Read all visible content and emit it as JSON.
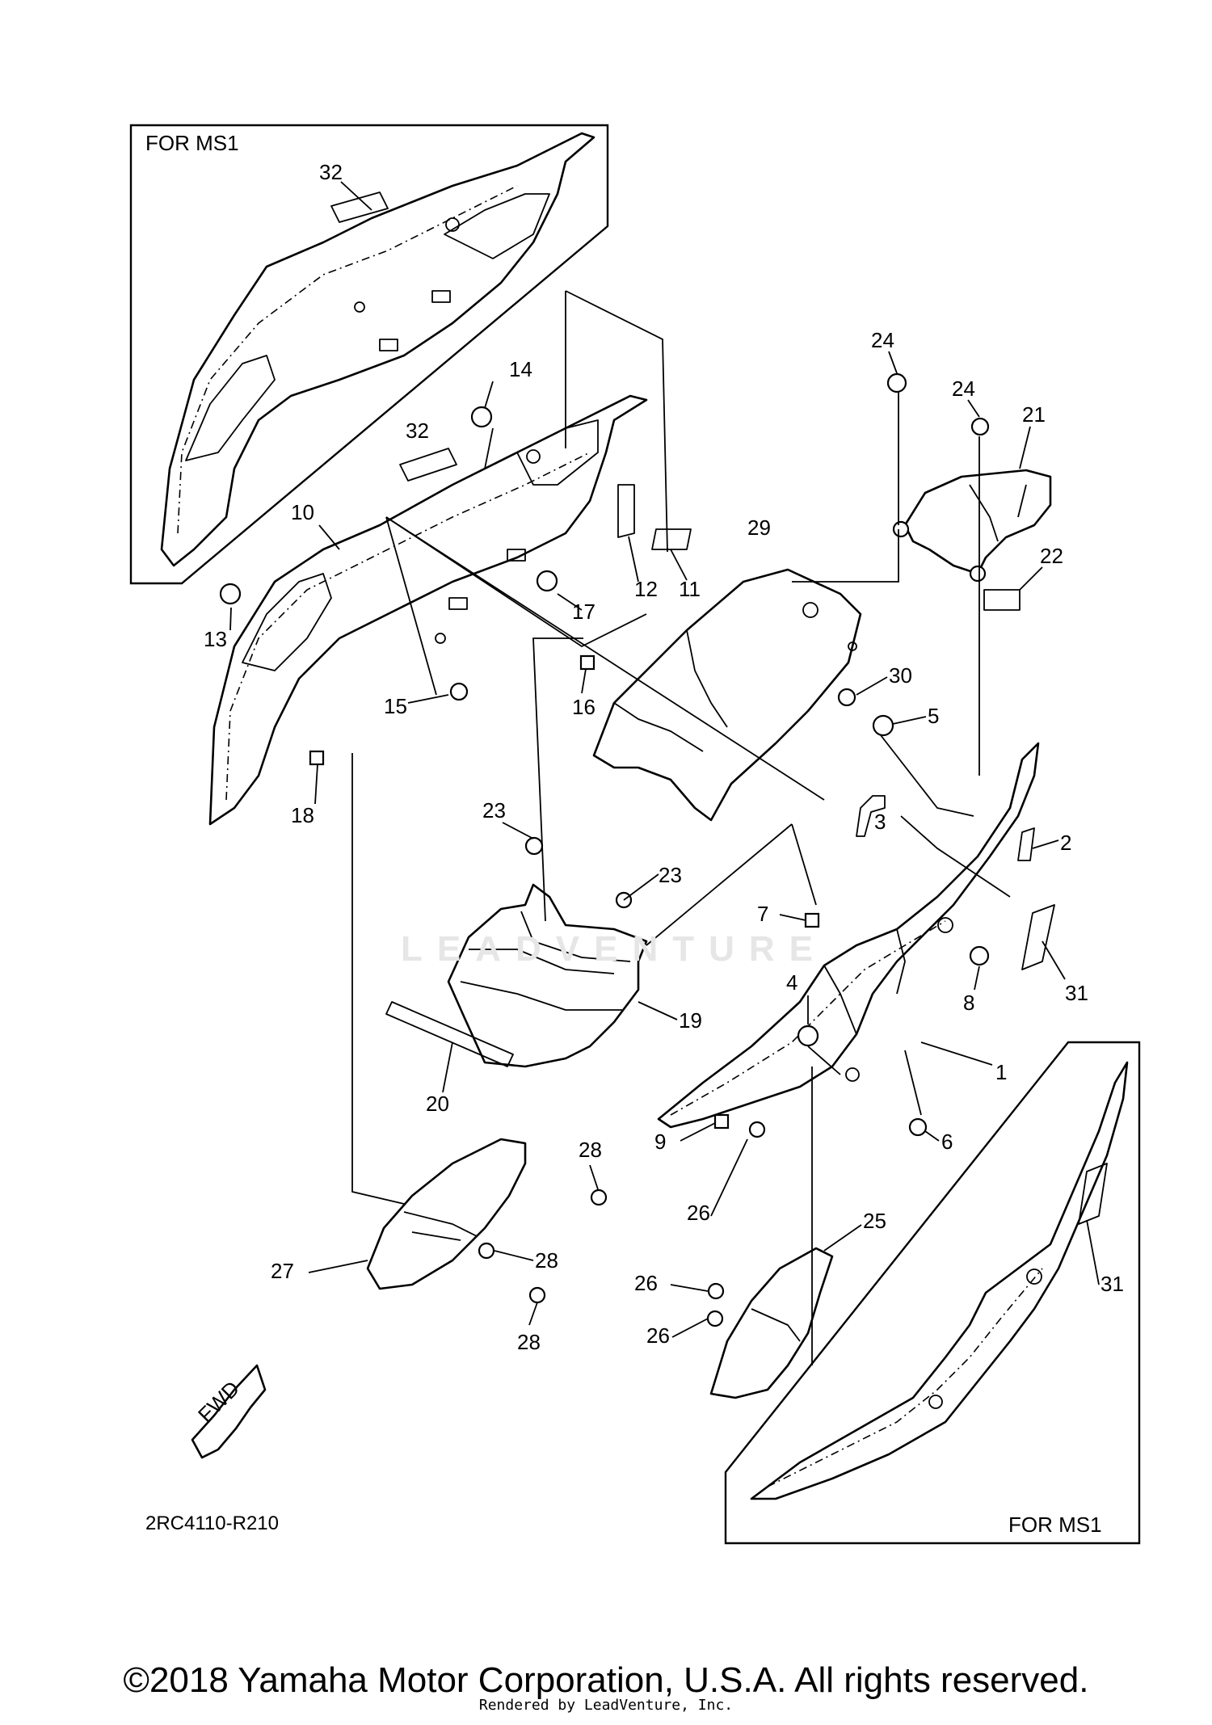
{
  "diagram": {
    "code": "2RC4110-R210",
    "inset_labels": {
      "top": "FOR MS1",
      "bottom": "FOR MS1"
    },
    "fwd_label": "FWD",
    "watermark": "LEADVENTURE",
    "copyright": "©2018 Yamaha Motor Corporation, U.S.A. All rights reserved.",
    "rendered_by": "Rendered by LeadVenture, Inc.",
    "callouts": [
      "1",
      "2",
      "3",
      "4",
      "5",
      "6",
      "7",
      "8",
      "9",
      "10",
      "11",
      "12",
      "13",
      "14",
      "15",
      "16",
      "17",
      "18",
      "19",
      "20",
      "21",
      "22",
      "23",
      "23",
      "24",
      "24",
      "25",
      "26",
      "26",
      "26",
      "27",
      "28",
      "28",
      "28",
      "29",
      "30",
      "31",
      "31",
      "32",
      "32"
    ]
  }
}
